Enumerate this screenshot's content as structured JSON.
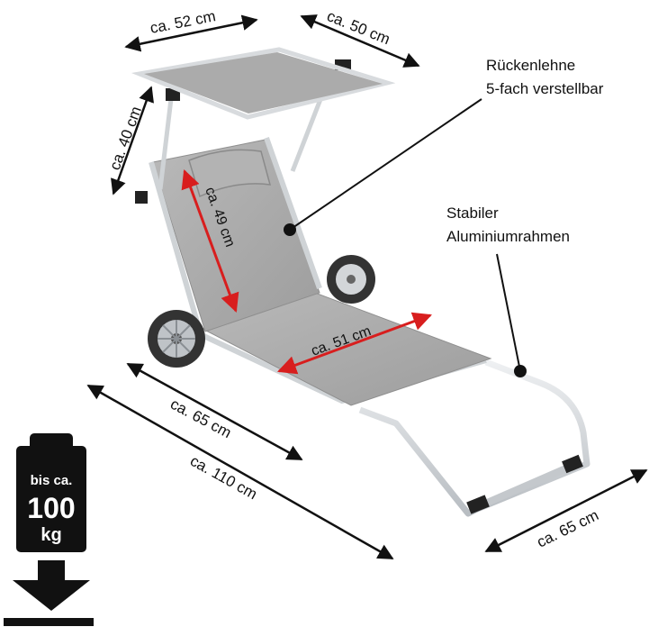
{
  "dimensions": {
    "canopy_width": "ca. 52 cm",
    "canopy_depth": "ca. 50 cm",
    "canopy_height": "ca. 40 cm",
    "backrest_length": "ca. 49 cm",
    "seat_width": "ca. 51 cm",
    "frame_width": "ca. 65 cm",
    "total_length": "ca. 110 cm",
    "leg_width": "ca. 65 cm"
  },
  "callouts": {
    "backrest_line1": "Rückenlehne",
    "backrest_line2": "5-fach verstellbar",
    "frame_line1": "Stabiler",
    "frame_line2": "Aluminiumrahmen"
  },
  "weight": {
    "line1": "bis ca.",
    "line2": "100",
    "line3": "kg"
  },
  "colors": {
    "fabric": "#a9a9a9",
    "frame": "#cfd3d6",
    "measure_black": "#111111",
    "measure_red": "#d81e1e",
    "weight_icon": "#111111"
  }
}
